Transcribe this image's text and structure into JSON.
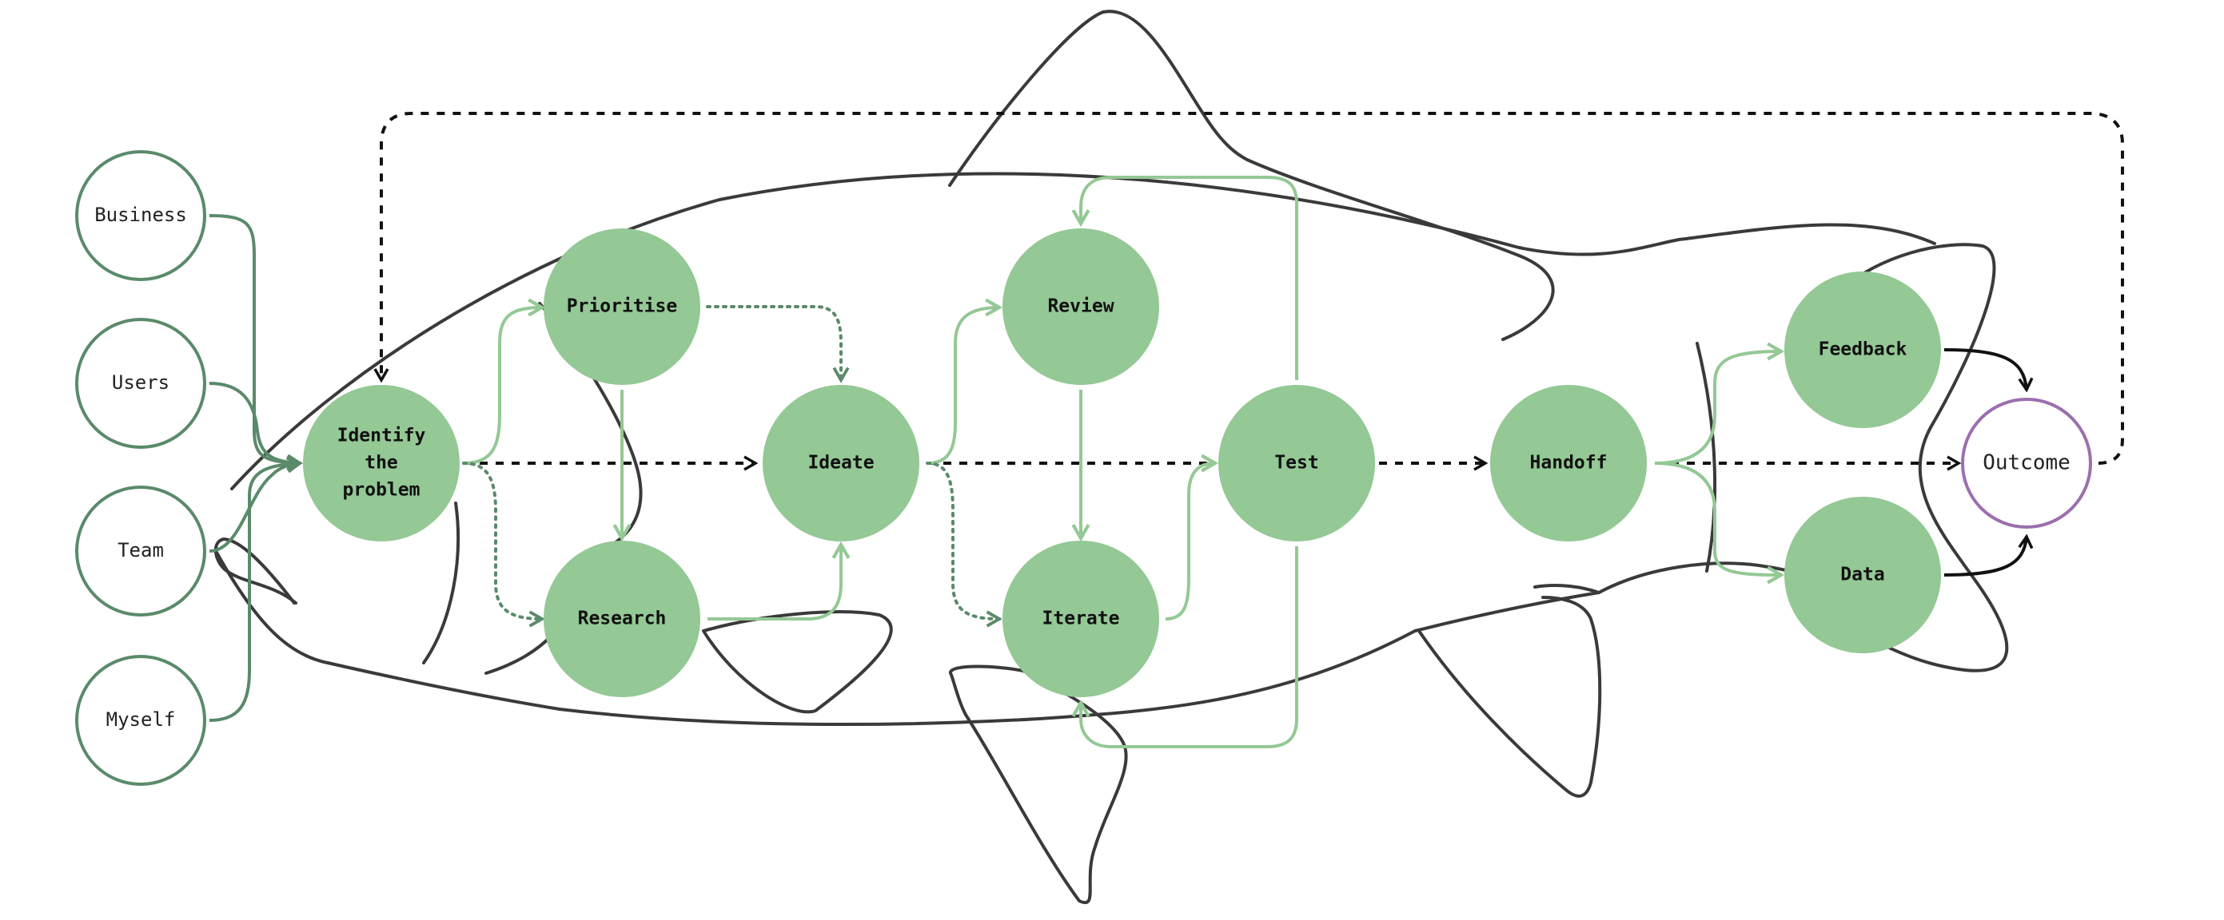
{
  "colors": {
    "step_fill": "#94c895",
    "source_stroke": "#5a8a6a",
    "outcome_stroke": "#9b6fae",
    "fish_outline": "#3a3a3a"
  },
  "sources": [
    {
      "id": "business",
      "label": "Business"
    },
    {
      "id": "users",
      "label": "Users"
    },
    {
      "id": "team",
      "label": "Team"
    },
    {
      "id": "myself",
      "label": "Myself"
    }
  ],
  "steps": [
    {
      "id": "identify",
      "lines": [
        "Identify",
        "the",
        "problem"
      ]
    },
    {
      "id": "prioritise",
      "lines": [
        "Prioritise"
      ]
    },
    {
      "id": "research",
      "lines": [
        "Research"
      ]
    },
    {
      "id": "ideate",
      "lines": [
        "Ideate"
      ]
    },
    {
      "id": "review",
      "lines": [
        "Review"
      ]
    },
    {
      "id": "iterate",
      "lines": [
        "Iterate"
      ]
    },
    {
      "id": "test",
      "lines": [
        "Test"
      ]
    },
    {
      "id": "handoff",
      "lines": [
        "Handoff"
      ]
    },
    {
      "id": "feedback",
      "lines": [
        "Feedback"
      ]
    },
    {
      "id": "data",
      "lines": [
        "Data"
      ]
    }
  ],
  "outcome": {
    "id": "outcome",
    "label": "Outcome"
  }
}
